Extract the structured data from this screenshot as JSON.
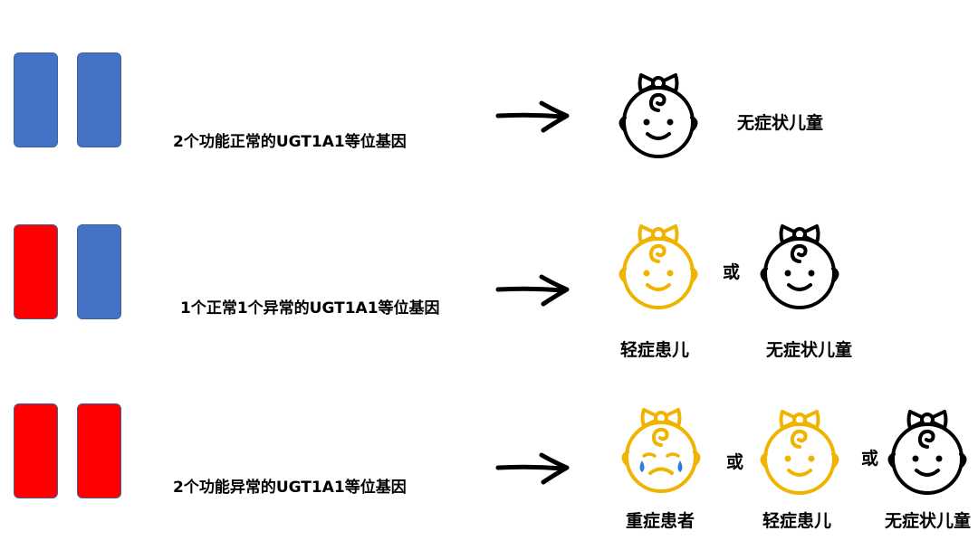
{
  "colors": {
    "normal_gene": "#4472c4",
    "abnormal_gene": "#ff0000",
    "black_face": "#000000",
    "yellow_face": "#f0b400",
    "tear": "#2a7de1"
  },
  "rows": [
    {
      "genes": [
        "normal",
        "normal"
      ],
      "description": "2个功能正常的UGT1A1等位基因",
      "outcomes": [
        {
          "face": "black-smile",
          "label": "无症状儿童"
        }
      ]
    },
    {
      "genes": [
        "abnormal",
        "normal"
      ],
      "description": "1个正常1个异常的UGT1A1等位基因",
      "or_text": "或",
      "outcomes": [
        {
          "face": "yellow-smile",
          "label": "轻症患儿"
        },
        {
          "face": "black-smile",
          "label": "无症状儿童"
        }
      ]
    },
    {
      "genes": [
        "abnormal",
        "abnormal"
      ],
      "description": "2个功能异常的UGT1A1等位基因",
      "or_text": "或",
      "outcomes": [
        {
          "face": "yellow-crying",
          "label": "重症患者"
        },
        {
          "face": "yellow-smile",
          "label": "轻症患儿"
        },
        {
          "face": "black-smile",
          "label": "无症状儿童"
        }
      ]
    }
  ]
}
